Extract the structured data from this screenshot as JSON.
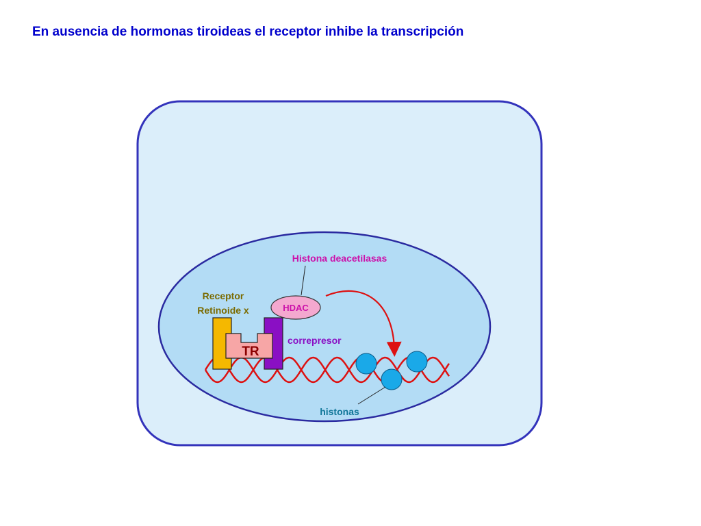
{
  "title": "En ausencia de hormonas tiroideas el receptor inhibe la transcripción",
  "labels": {
    "hdac_name": "Histona deacetilasas",
    "hdac": "HDAC",
    "rxr_line1": "Receptor",
    "rxr_line2": "Retinoide x",
    "tr": "TR",
    "corepressor": "correpresor",
    "histones": "histonas"
  },
  "colors": {
    "title": "#0000cc",
    "cell_fill": "#dbeefa",
    "cell_border": "#3333bb",
    "nucleus_fill": "#b3dcf5",
    "nucleus_border": "#2a2aa0",
    "dna": "#dd1111",
    "rxr": "#f5b800",
    "tr": "#f7a6a6",
    "corepressor": "#8a0fc4",
    "hdac": "#f4a8cf",
    "histone": "#1aa9e8",
    "label_hdac": "#cc11aa",
    "label_rxr": "#7a6a00",
    "label_corepressor": "#8a0fc4",
    "label_histones": "#117799"
  }
}
